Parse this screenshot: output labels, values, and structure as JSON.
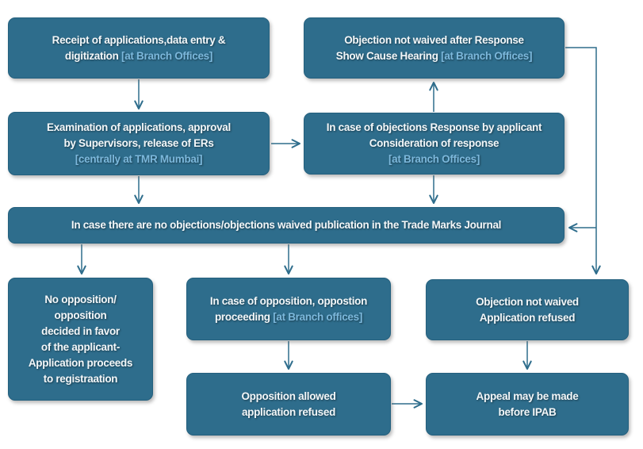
{
  "palette": {
    "background": "#ffffff",
    "box_fill": "#2e6d8c",
    "box_edge": "#24607e",
    "main_text": "#f3f7f9",
    "accent_text": "#7cb8dc",
    "arrow": "#2e6d8c"
  },
  "boxes": [
    {
      "id": "receipt",
      "lines": [
        [
          {
            "text": "Receipt of applications,data entry &",
            "accent": false
          }
        ],
        [
          {
            "text": "digitization ",
            "accent": false
          },
          {
            "text": "[at Branch Offices]",
            "accent": true
          }
        ]
      ]
    },
    {
      "id": "objection-hearing",
      "lines": [
        [
          {
            "text": "Objection not waived after Response",
            "accent": false
          }
        ],
        [
          {
            "text": "Show Cause Hearing ",
            "accent": false
          },
          {
            "text": "[at Branch Offices]",
            "accent": true
          }
        ]
      ]
    },
    {
      "id": "examination",
      "lines": [
        [
          {
            "text": "Examination of applications, approval",
            "accent": false
          }
        ],
        [
          {
            "text": "by Supervisors, release of ERs",
            "accent": false
          }
        ],
        [
          {
            "text": "[centrally at TMR Mumbai]",
            "accent": true
          }
        ]
      ]
    },
    {
      "id": "objections-response",
      "lines": [
        [
          {
            "text": "In case of objections Response by applicant",
            "accent": false
          }
        ],
        [
          {
            "text": "Consideration of response",
            "accent": false
          }
        ],
        [
          {
            "text": "[at Branch Offices]",
            "accent": true
          }
        ]
      ]
    },
    {
      "id": "publication",
      "lines": [
        [
          {
            "text": "In case there are no objections/objections waived publication in the Trade Marks Journal",
            "accent": false
          }
        ]
      ]
    },
    {
      "id": "no-opposition",
      "lines": [
        [
          {
            "text": "No opposition/",
            "accent": false
          }
        ],
        [
          {
            "text": "opposition",
            "accent": false
          }
        ],
        [
          {
            "text": "decided in favor",
            "accent": false
          }
        ],
        [
          {
            "text": "of the applicant-",
            "accent": false
          }
        ],
        [
          {
            "text": "Application proceeds",
            "accent": false
          }
        ],
        [
          {
            "text": "to registraation",
            "accent": false
          }
        ]
      ]
    },
    {
      "id": "opposition-proceeding",
      "lines": [
        [
          {
            "text": "In case of opposition, oppostion",
            "accent": false
          }
        ],
        [
          {
            "text": "proceeding ",
            "accent": false
          },
          {
            "text": "[at Branch offices]",
            "accent": true
          }
        ]
      ]
    },
    {
      "id": "objection-refused",
      "lines": [
        [
          {
            "text": "Objection not waived",
            "accent": false
          }
        ],
        [
          {
            "text": "Application refused",
            "accent": false
          }
        ]
      ]
    },
    {
      "id": "opposition-allowed",
      "lines": [
        [
          {
            "text": "Opposition allowed",
            "accent": false
          }
        ],
        [
          {
            "text": "application refused",
            "accent": false
          }
        ]
      ]
    },
    {
      "id": "appeal-ipab",
      "lines": [
        [
          {
            "text": "Appeal may be made",
            "accent": false
          }
        ],
        [
          {
            "text": "before IPAB",
            "accent": false
          }
        ]
      ]
    }
  ],
  "edges": [
    {
      "from": "receipt",
      "to": "examination"
    },
    {
      "from": "examination",
      "to": "objections-response"
    },
    {
      "from": "examination",
      "to": "publication"
    },
    {
      "from": "objections-response",
      "to": "objection-hearing"
    },
    {
      "from": "objections-response",
      "to": "publication"
    },
    {
      "from": "objection-hearing",
      "to": "publication"
    },
    {
      "from": "objection-hearing",
      "to": "objection-refused"
    },
    {
      "from": "publication",
      "to": "no-opposition"
    },
    {
      "from": "publication",
      "to": "opposition-proceeding"
    },
    {
      "from": "opposition-proceeding",
      "to": "opposition-allowed"
    },
    {
      "from": "opposition-allowed",
      "to": "appeal-ipab"
    },
    {
      "from": "objection-refused",
      "to": "appeal-ipab"
    }
  ]
}
